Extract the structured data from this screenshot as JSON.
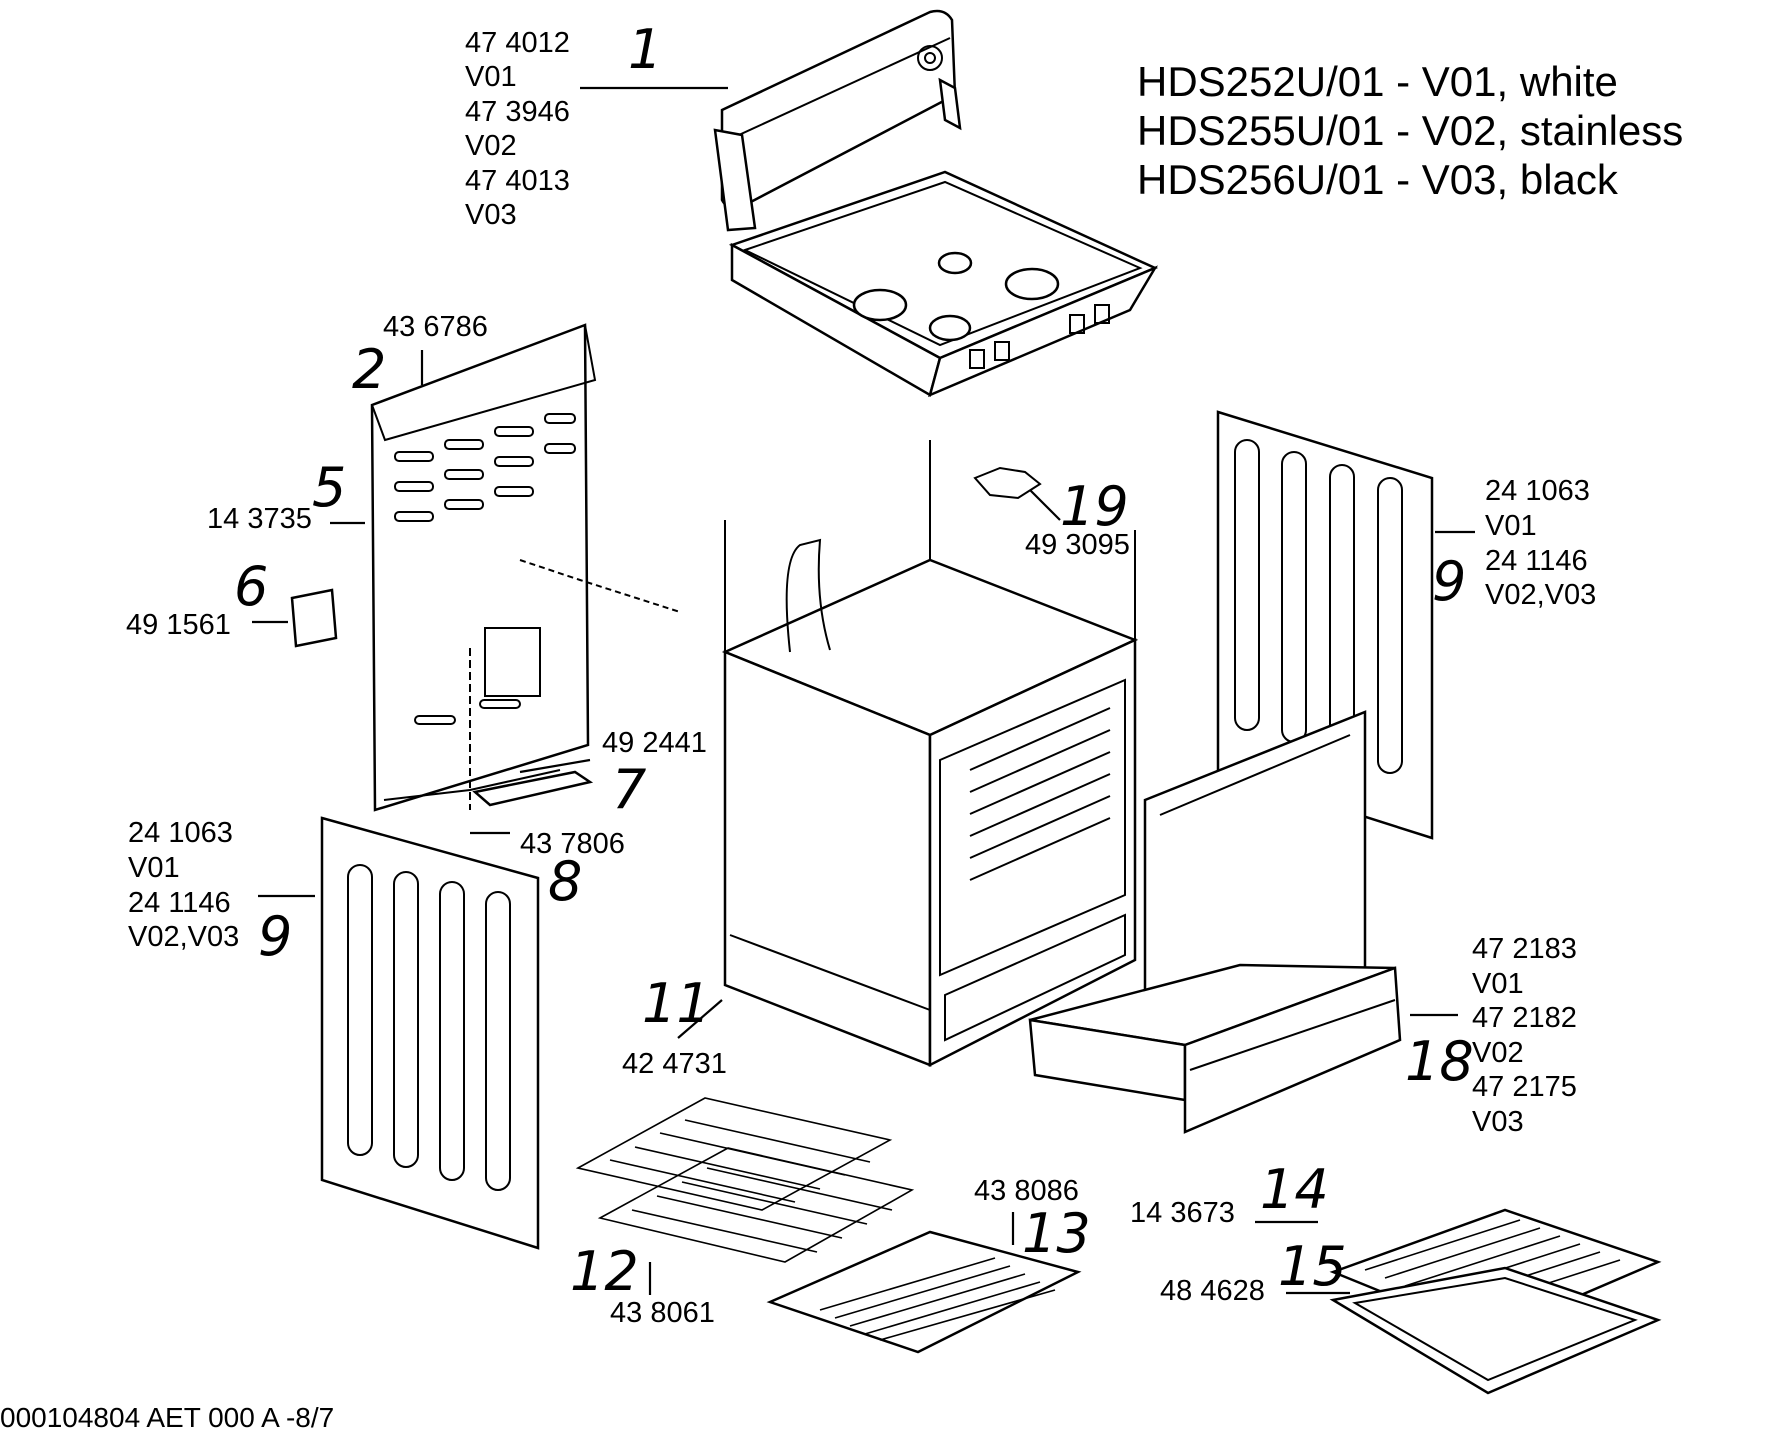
{
  "models": [
    "HDS252U/01  -  V01, white",
    "HDS255U/01  -  V02, stainless",
    "HDS256U/01  -  V03, black"
  ],
  "footer": "000104804 AET 000 A  -8/7",
  "callouts": {
    "c1": {
      "num": "1",
      "parts": [
        "47 4012",
        "V01",
        "47 3946",
        "V02",
        "47 4013",
        "V03"
      ]
    },
    "c2": {
      "num": "2",
      "parts": [
        "43 6786"
      ]
    },
    "c5": {
      "num": "5",
      "parts": [
        "14 3735"
      ]
    },
    "c6": {
      "num": "6",
      "parts": [
        "49 1561"
      ]
    },
    "c7": {
      "num": "7",
      "parts": [
        "49 2441"
      ]
    },
    "c8": {
      "num": "8",
      "parts": [
        "43 7806"
      ]
    },
    "c9l": {
      "num": "9",
      "parts": [
        "24 1063",
        "V01",
        "24 1146",
        "V02,V03"
      ]
    },
    "c9r": {
      "num": "9",
      "parts": [
        "24 1063",
        "V01",
        "24 1146",
        "V02,V03"
      ]
    },
    "c11": {
      "num": "11",
      "parts": [
        "42 4731"
      ]
    },
    "c12": {
      "num": "12",
      "parts": [
        "43 8061"
      ]
    },
    "c13": {
      "num": "13",
      "parts": [
        "43 8086"
      ]
    },
    "c14": {
      "num": "14",
      "parts": [
        "14 3673"
      ]
    },
    "c15": {
      "num": "15",
      "parts": [
        "48 4628"
      ]
    },
    "c18": {
      "num": "18",
      "parts": [
        "47 2183",
        "V01",
        "47 2182",
        "V02",
        "47 2175",
        "V03"
      ]
    },
    "c19": {
      "num": "19",
      "parts": [
        "49 3095"
      ]
    }
  }
}
